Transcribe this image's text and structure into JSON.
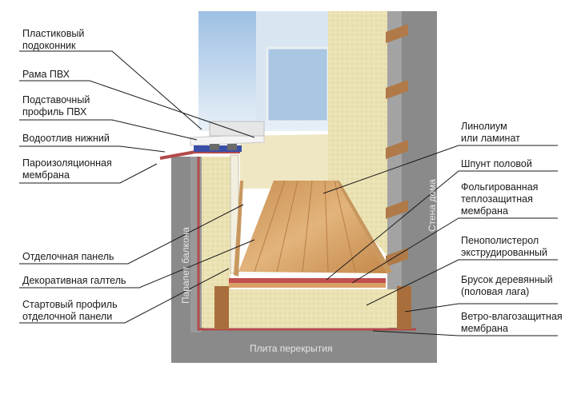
{
  "labels_left": [
    "Пластиковый\nподоконник",
    "Рама ПВХ",
    "Подставочный\nпрофиль ПВХ",
    "Водоотлив нижний",
    "Пароизоляционная\nмембрана",
    "Отделочная панель",
    "Декоративная галтель",
    "Стартовый профиль\nотделочной панели"
  ],
  "labels_right": [
    "Линолиум\nили ламинат",
    "Шпунт половой",
    "Фольгированная\nтеплозащитная\nмембрана",
    "Пенополистерол\nэкструдированный",
    "Брусок деревянный\n(половая лага)",
    "Ветро-влагозащитная\nмембрана"
  ],
  "structure_labels": {
    "parapet": "Парапет балкона",
    "house_wall": "Стена дома",
    "slab": "Плита перекрытия"
  },
  "colors": {
    "concrete": "#8c8c8c",
    "membrane_red": "#b24a4a",
    "insulation": "#e8dca8",
    "laminate": "#d4a268",
    "sky": "#bcd3ea"
  }
}
